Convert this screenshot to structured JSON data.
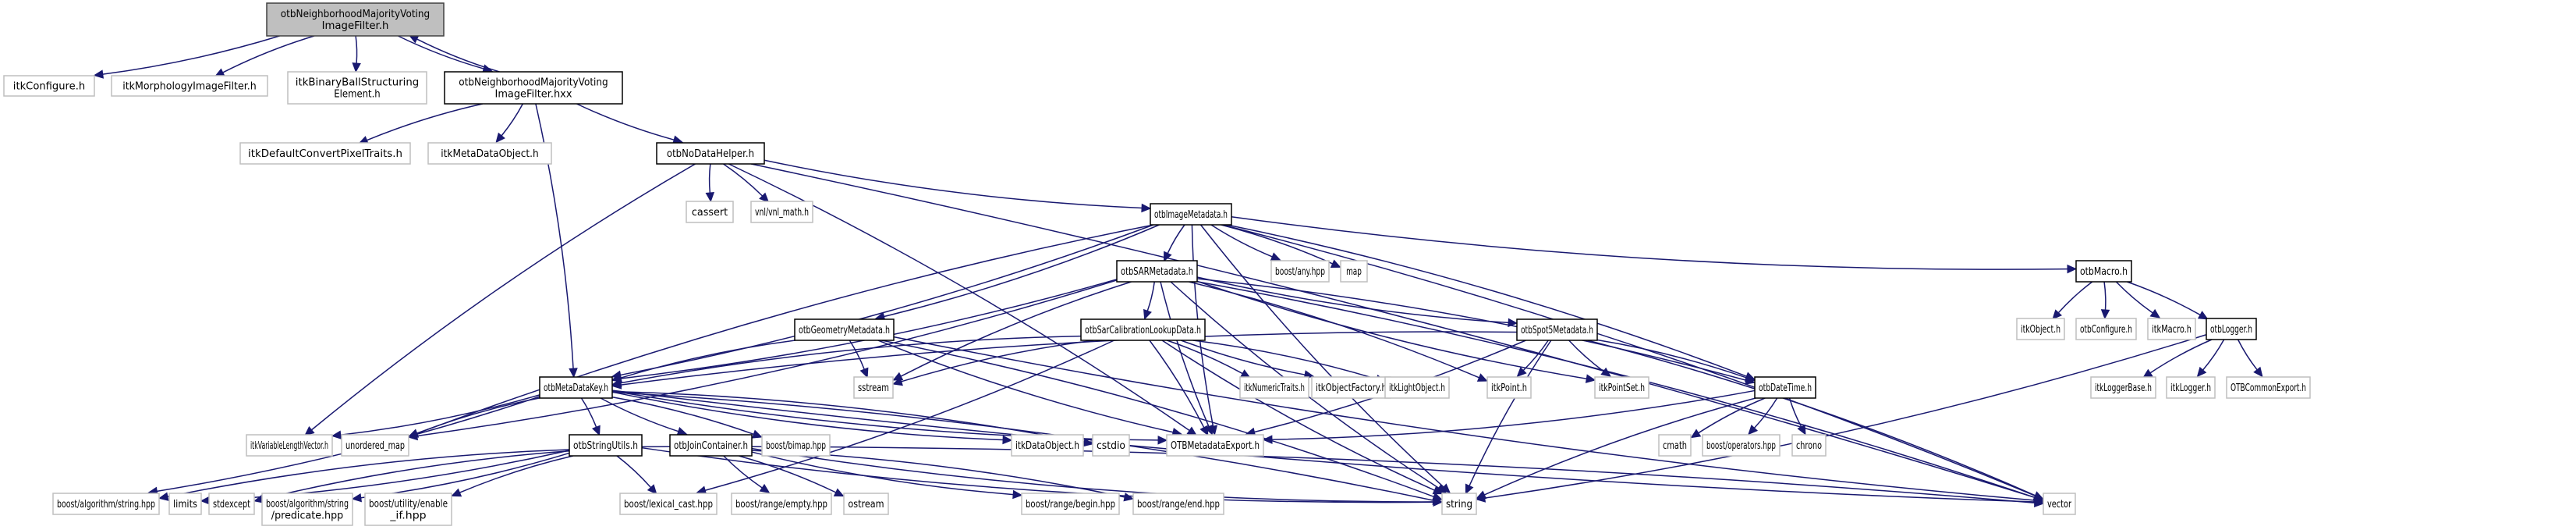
{
  "title": "Include dependency graph for otbNeighborhoodMajorityVotingImageFilter.h",
  "colors": {
    "edge": "#191970",
    "root_fill": "#bfbfbf",
    "root_border": "#404040",
    "documented_border": "#000000",
    "external_border": "#bfbfbf",
    "node_fill": "#ffffff"
  },
  "nodes": [
    {
      "id": "root",
      "kind": "root",
      "lines": [
        "otbNeighborhoodMajorityVoting",
        "ImageFilter.h"
      ]
    },
    {
      "id": "itkConfigure",
      "kind": "external",
      "lines": [
        "itkConfigure.h"
      ]
    },
    {
      "id": "itkMorphologyImageFilter",
      "kind": "external",
      "lines": [
        "itkMorphologyImageFilter.h"
      ]
    },
    {
      "id": "itkBinaryBall",
      "kind": "external",
      "lines": [
        "itkBinaryBallStructuring",
        "Element.h"
      ]
    },
    {
      "id": "hxx",
      "kind": "documented",
      "lines": [
        "otbNeighborhoodMajorityVoting",
        "ImageFilter.hxx"
      ]
    },
    {
      "id": "itkDefaultConvertPixelTraits",
      "kind": "external",
      "lines": [
        "itkDefaultConvertPixelTraits.h"
      ]
    },
    {
      "id": "itkMetaDataObject",
      "kind": "external",
      "lines": [
        "itkMetaDataObject.h"
      ]
    },
    {
      "id": "otbNoDataHelper",
      "kind": "documented",
      "lines": [
        "otbNoDataHelper.h"
      ]
    },
    {
      "id": "cassert",
      "kind": "external",
      "lines": [
        "cassert"
      ]
    },
    {
      "id": "vnl_math",
      "kind": "external",
      "lines": [
        "vnl/vnl_math.h"
      ]
    },
    {
      "id": "otbImageMetadata",
      "kind": "documented",
      "lines": [
        "otbImageMetadata.h"
      ]
    },
    {
      "id": "boost_any",
      "kind": "external",
      "lines": [
        "boost/any.hpp"
      ]
    },
    {
      "id": "map",
      "kind": "external",
      "lines": [
        "map"
      ]
    },
    {
      "id": "otbMacro",
      "kind": "documented",
      "lines": [
        "otbMacro.h"
      ]
    },
    {
      "id": "otbSARMetadata",
      "kind": "documented",
      "lines": [
        "otbSARMetadata.h"
      ]
    },
    {
      "id": "otbGeometryMetadata",
      "kind": "documented",
      "lines": [
        "otbGeometryMetadata.h"
      ]
    },
    {
      "id": "otbSarCalibrationLookupData",
      "kind": "documented",
      "lines": [
        "otbSarCalibrationLookupData.h"
      ]
    },
    {
      "id": "otbSpot5Metadata",
      "kind": "documented",
      "lines": [
        "otbSpot5Metadata.h"
      ]
    },
    {
      "id": "itkObject",
      "kind": "external",
      "lines": [
        "itkObject.h"
      ]
    },
    {
      "id": "otbConfigure",
      "kind": "external",
      "lines": [
        "otbConfigure.h"
      ]
    },
    {
      "id": "itkMacro",
      "kind": "external",
      "lines": [
        "itkMacro.h"
      ]
    },
    {
      "id": "otbLogger",
      "kind": "documented",
      "lines": [
        "otbLogger.h"
      ]
    },
    {
      "id": "otbMetaDataKey",
      "kind": "documented",
      "lines": [
        "otbMetaDataKey.h"
      ]
    },
    {
      "id": "sstream",
      "kind": "external",
      "lines": [
        "sstream"
      ]
    },
    {
      "id": "itkNumericTraits",
      "kind": "external",
      "lines": [
        "itkNumericTraits.h"
      ]
    },
    {
      "id": "itkObjectFactory",
      "kind": "external",
      "lines": [
        "itkObjectFactory.h"
      ]
    },
    {
      "id": "itkLightObject",
      "kind": "external",
      "lines": [
        "itkLightObject.h"
      ]
    },
    {
      "id": "itkPoint",
      "kind": "external",
      "lines": [
        "itkPoint.h"
      ]
    },
    {
      "id": "itkPointSet",
      "kind": "external",
      "lines": [
        "itkPointSet.h"
      ]
    },
    {
      "id": "otbDateTime",
      "kind": "documented",
      "lines": [
        "otbDateTime.h"
      ]
    },
    {
      "id": "itkLoggerBase",
      "kind": "external",
      "lines": [
        "itkLoggerBase.h"
      ]
    },
    {
      "id": "itkLogger",
      "kind": "external",
      "lines": [
        "itkLogger.h"
      ]
    },
    {
      "id": "OTBCommonExport",
      "kind": "external",
      "lines": [
        "OTBCommonExport.h"
      ]
    },
    {
      "id": "itkVariableLengthVector",
      "kind": "external",
      "lines": [
        "itkVariableLengthVector.h"
      ]
    },
    {
      "id": "unordered_map",
      "kind": "external",
      "lines": [
        "unordered_map"
      ]
    },
    {
      "id": "otbStringUtils",
      "kind": "documented",
      "lines": [
        "otbStringUtils.h"
      ]
    },
    {
      "id": "otbJoinContainer",
      "kind": "documented",
      "lines": [
        "otbJoinContainer.h"
      ]
    },
    {
      "id": "boost_bimap",
      "kind": "external",
      "lines": [
        "boost/bimap.hpp"
      ]
    },
    {
      "id": "itkDataObject",
      "kind": "external",
      "lines": [
        "itkDataObject.h"
      ]
    },
    {
      "id": "cstdio",
      "kind": "external",
      "lines": [
        "cstdio"
      ]
    },
    {
      "id": "OTBMetadataExport",
      "kind": "external",
      "lines": [
        "OTBMetadataExport.h"
      ]
    },
    {
      "id": "cmath",
      "kind": "external",
      "lines": [
        "cmath"
      ]
    },
    {
      "id": "boost_operators",
      "kind": "external",
      "lines": [
        "boost/operators.hpp"
      ]
    },
    {
      "id": "chrono",
      "kind": "external",
      "lines": [
        "chrono"
      ]
    },
    {
      "id": "boost_alg_string",
      "kind": "external",
      "lines": [
        "boost/algorithm/string.hpp"
      ]
    },
    {
      "id": "limits",
      "kind": "external",
      "lines": [
        "limits"
      ]
    },
    {
      "id": "stdexcept",
      "kind": "external",
      "lines": [
        "stdexcept"
      ]
    },
    {
      "id": "boost_predicate",
      "kind": "external",
      "lines": [
        "boost/algorithm/string",
        "/predicate.hpp"
      ]
    },
    {
      "id": "boost_enable_if",
      "kind": "external",
      "lines": [
        "boost/utility/enable",
        "_if.hpp"
      ]
    },
    {
      "id": "boost_lexical_cast",
      "kind": "external",
      "lines": [
        "boost/lexical_cast.hpp"
      ]
    },
    {
      "id": "boost_range_empty",
      "kind": "external",
      "lines": [
        "boost/range/empty.hpp"
      ]
    },
    {
      "id": "ostream",
      "kind": "external",
      "lines": [
        "ostream"
      ]
    },
    {
      "id": "boost_range_begin",
      "kind": "external",
      "lines": [
        "boost/range/begin.hpp"
      ]
    },
    {
      "id": "boost_range_end",
      "kind": "external",
      "lines": [
        "boost/range/end.hpp"
      ]
    },
    {
      "id": "string",
      "kind": "external",
      "lines": [
        "string"
      ]
    },
    {
      "id": "vector",
      "kind": "external",
      "lines": [
        "vector"
      ]
    }
  ],
  "edges": [
    [
      "root",
      "itkConfigure"
    ],
    [
      "root",
      "itkMorphologyImageFilter"
    ],
    [
      "root",
      "itkBinaryBall"
    ],
    [
      "root",
      "hxx"
    ],
    [
      "hxx",
      "root"
    ],
    [
      "hxx",
      "itkDefaultConvertPixelTraits"
    ],
    [
      "hxx",
      "itkMetaDataObject"
    ],
    [
      "hxx",
      "otbNoDataHelper"
    ],
    [
      "hxx",
      "otbMetaDataKey"
    ],
    [
      "otbNoDataHelper",
      "cassert"
    ],
    [
      "otbNoDataHelper",
      "vnl_math"
    ],
    [
      "otbNoDataHelper",
      "otbImageMetadata"
    ],
    [
      "otbNoDataHelper",
      "vector"
    ],
    [
      "otbNoDataHelper",
      "itkVariableLengthVector"
    ],
    [
      "otbNoDataHelper",
      "OTBMetadataExport"
    ],
    [
      "otbImageMetadata",
      "otbSARMetadata"
    ],
    [
      "otbImageMetadata",
      "otbGeometryMetadata"
    ],
    [
      "otbImageMetadata",
      "boost_any"
    ],
    [
      "otbImageMetadata",
      "map"
    ],
    [
      "otbImageMetadata",
      "otbMacro"
    ],
    [
      "otbImageMetadata",
      "otbMetaDataKey"
    ],
    [
      "otbImageMetadata",
      "unordered_map"
    ],
    [
      "otbImageMetadata",
      "otbDateTime"
    ],
    [
      "otbImageMetadata",
      "string"
    ],
    [
      "otbImageMetadata",
      "vector"
    ],
    [
      "otbImageMetadata",
      "OTBMetadataExport"
    ],
    [
      "otbSARMetadata",
      "otbSarCalibrationLookupData"
    ],
    [
      "otbSARMetadata",
      "otbSpot5Metadata"
    ],
    [
      "otbSARMetadata",
      "otbMetaDataKey"
    ],
    [
      "otbSARMetadata",
      "sstream"
    ],
    [
      "otbSARMetadata",
      "itkPoint"
    ],
    [
      "otbSARMetadata",
      "itkPointSet"
    ],
    [
      "otbSARMetadata",
      "otbDateTime"
    ],
    [
      "otbSARMetadata",
      "string"
    ],
    [
      "otbSARMetadata",
      "vector"
    ],
    [
      "otbSARMetadata",
      "OTBMetadataExport"
    ],
    [
      "otbSARMetadata",
      "unordered_map"
    ],
    [
      "otbGeometryMetadata",
      "otbMetaDataKey"
    ],
    [
      "otbGeometryMetadata",
      "sstream"
    ],
    [
      "otbGeometryMetadata",
      "OTBMetadataExport"
    ],
    [
      "otbGeometryMetadata",
      "string"
    ],
    [
      "otbGeometryMetadata",
      "vector"
    ],
    [
      "otbSarCalibrationLookupData",
      "itkNumericTraits"
    ],
    [
      "otbSarCalibrationLookupData",
      "itkObjectFactory"
    ],
    [
      "otbSarCalibrationLookupData",
      "itkLightObject"
    ],
    [
      "otbSarCalibrationLookupData",
      "sstream"
    ],
    [
      "otbSarCalibrationLookupData",
      "OTBMetadataExport"
    ],
    [
      "otbSarCalibrationLookupData",
      "string"
    ],
    [
      "otbSarCalibrationLookupData",
      "boost_lexical_cast"
    ],
    [
      "otbSarCalibrationLookupData",
      "otbMetaDataKey"
    ],
    [
      "otbSpot5Metadata",
      "itkPoint"
    ],
    [
      "otbSpot5Metadata",
      "itkPointSet"
    ],
    [
      "otbSpot5Metadata",
      "otbDateTime"
    ],
    [
      "otbSpot5Metadata",
      "otbMetaDataKey"
    ],
    [
      "otbSpot5Metadata",
      "OTBMetadataExport"
    ],
    [
      "otbSpot5Metadata",
      "string"
    ],
    [
      "otbSpot5Metadata",
      "vector"
    ],
    [
      "otbMacro",
      "itkObject"
    ],
    [
      "otbMacro",
      "otbConfigure"
    ],
    [
      "otbMacro",
      "itkMacro"
    ],
    [
      "otbMacro",
      "otbLogger"
    ],
    [
      "otbLogger",
      "itkLoggerBase"
    ],
    [
      "otbLogger",
      "itkLogger"
    ],
    [
      "otbLogger",
      "OTBCommonExport"
    ],
    [
      "otbLogger",
      "string"
    ],
    [
      "otbDateTime",
      "cmath"
    ],
    [
      "otbDateTime",
      "boost_operators"
    ],
    [
      "otbDateTime",
      "chrono"
    ],
    [
      "otbDateTime",
      "OTBMetadataExport"
    ],
    [
      "otbDateTime",
      "string"
    ],
    [
      "otbMetaDataKey",
      "itkVariableLengthVector"
    ],
    [
      "otbMetaDataKey",
      "unordered_map"
    ],
    [
      "otbMetaDataKey",
      "otbStringUtils"
    ],
    [
      "otbMetaDataKey",
      "otbJoinContainer"
    ],
    [
      "otbMetaDataKey",
      "boost_bimap"
    ],
    [
      "otbMetaDataKey",
      "itkDataObject"
    ],
    [
      "otbMetaDataKey",
      "cstdio"
    ],
    [
      "otbMetaDataKey",
      "OTBMetadataExport"
    ],
    [
      "otbMetaDataKey",
      "string"
    ],
    [
      "otbMetaDataKey",
      "vector"
    ],
    [
      "otbMetaDataKey",
      "boost_alg_string"
    ],
    [
      "otbStringUtils",
      "boost_alg_string"
    ],
    [
      "otbStringUtils",
      "limits"
    ],
    [
      "otbStringUtils",
      "stdexcept"
    ],
    [
      "otbStringUtils",
      "boost_predicate"
    ],
    [
      "otbStringUtils",
      "boost_enable_if"
    ],
    [
      "otbStringUtils",
      "boost_lexical_cast"
    ],
    [
      "otbStringUtils",
      "string"
    ],
    [
      "otbStringUtils",
      "vector"
    ],
    [
      "otbJoinContainer",
      "boost_range_empty"
    ],
    [
      "otbJoinContainer",
      "ostream"
    ],
    [
      "otbJoinContainer",
      "boost_range_begin"
    ],
    [
      "otbJoinContainer",
      "boost_range_end"
    ],
    [
      "otbJoinContainer",
      "string"
    ]
  ]
}
